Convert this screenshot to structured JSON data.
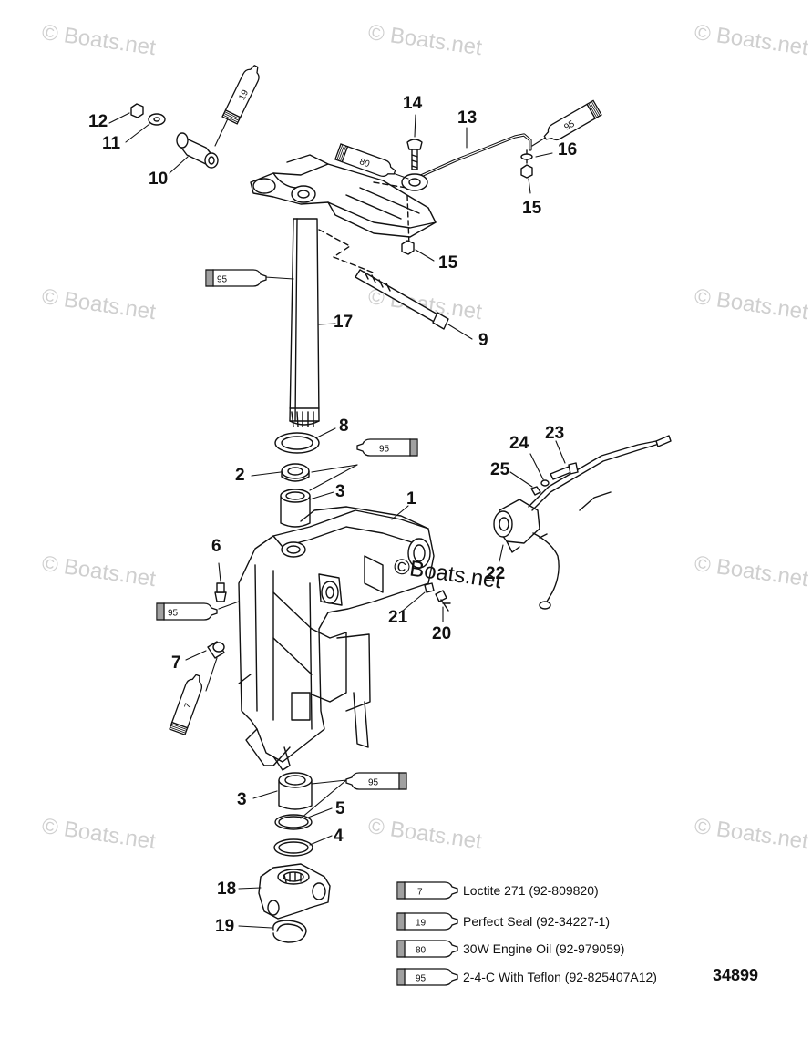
{
  "watermark": "© Boats.net",
  "center_watermark": "©Boats.net",
  "diagram_id": "34899",
  "callouts": {
    "c1": "1",
    "c2": "2",
    "c3a": "3",
    "c3b": "3",
    "c4": "4",
    "c5": "5",
    "c6": "6",
    "c7": "7",
    "c8": "8",
    "c9": "9",
    "c10": "10",
    "c11": "11",
    "c12": "12",
    "c13": "13",
    "c14": "14",
    "c15a": "15",
    "c15b": "15",
    "c16": "16",
    "c17": "17",
    "c18": "18",
    "c19": "19",
    "c20": "20",
    "c21": "21",
    "c22": "22",
    "c23": "23",
    "c24": "24",
    "c25": "25"
  },
  "tube_labels": {
    "t19": "19",
    "t80": "80",
    "t95a": "95",
    "t95b": "95",
    "t95c": "95",
    "t95d": "95",
    "t95e": "95",
    "t7": "7"
  },
  "legend": [
    {
      "code": "7",
      "text": "Loctite 271 (92-809820)"
    },
    {
      "code": "19",
      "text": "Perfect Seal (92-34227-1)"
    },
    {
      "code": "80",
      "text": "30W Engine Oil (92-979059)"
    },
    {
      "code": "95",
      "text": "2-4-C With Teflon (92-825407A12)"
    }
  ]
}
